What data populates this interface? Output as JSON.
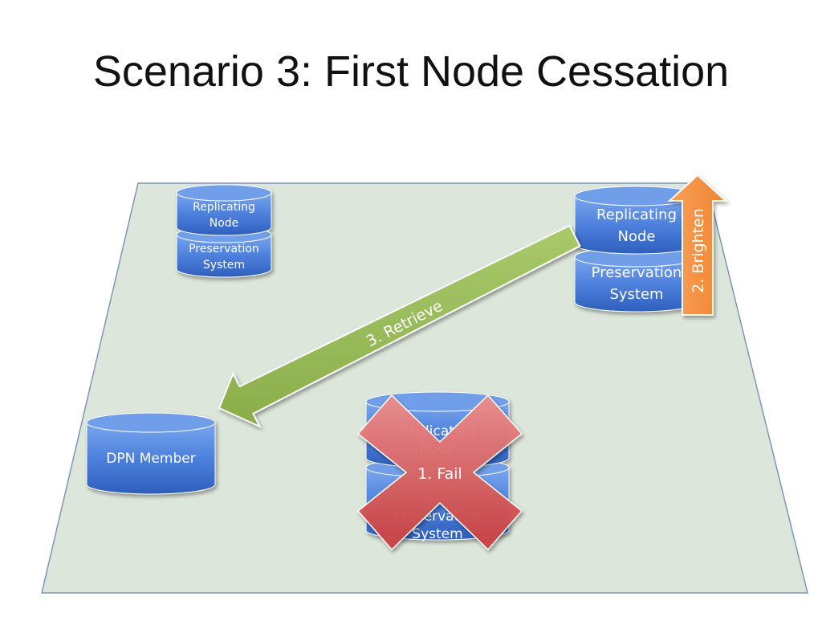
{
  "title": "Scenario 3: First Node Cessation",
  "nodes": {
    "small_node": {
      "top": "Replicating Node",
      "bottom": "Preservation System"
    },
    "large_node": {
      "top": "Replicating Node",
      "bottom": "Preservation System"
    },
    "failed_node": {
      "top": "Replicating Node",
      "bottom": "Preservation System"
    },
    "member": {
      "label": "DPN Member"
    }
  },
  "arrows": {
    "fail": "1. Fail",
    "brighten": "2. Brighten",
    "retrieve": "3. Retrieve"
  },
  "colors": {
    "plane": "#dde6da",
    "plane_border": "#7f95b8",
    "cylinder": "#4a7fd9",
    "cylinder_top": "#6f9ee8",
    "retrieve_arrow": "#9bbb59",
    "brighten_arrow": "#f79646",
    "fail_cross": "#d95c5c"
  }
}
